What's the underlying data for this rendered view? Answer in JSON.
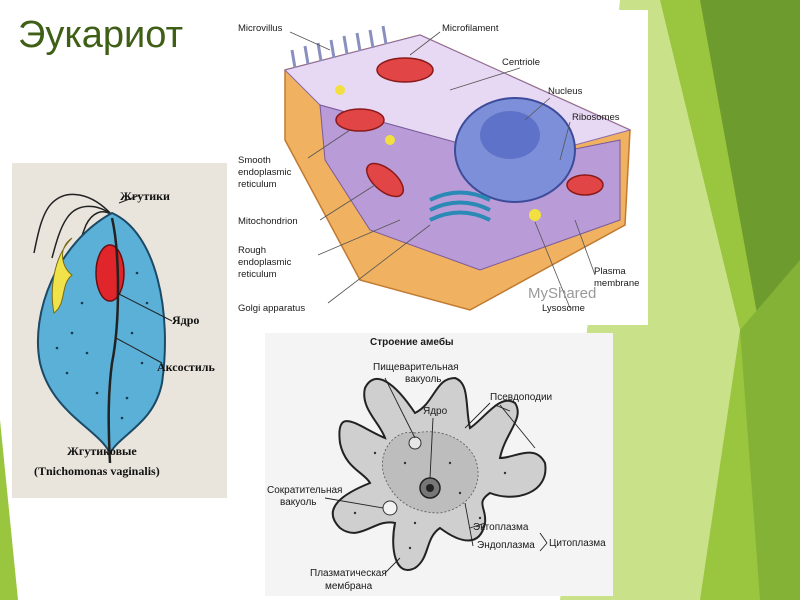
{
  "slide": {
    "title": "Эукариот",
    "colors": {
      "title": "#3f5f17",
      "green_dark": "#6e9b2e",
      "green_light": "#9ac53f",
      "green_pale": "#c9e28a"
    }
  },
  "trichomonas": {
    "labels": {
      "flagella": "Жгутики",
      "nucleus": "Ядро",
      "axostyle": "Аксостиль",
      "group": "Жгутиковые",
      "species": "(Tnichomonas vaginalis)"
    }
  },
  "animal_cell": {
    "labels": {
      "microvillus": "Microvillus",
      "microfilament": "Microfilament",
      "centriole": "Centriole",
      "nucleus": "Nucleus",
      "ribosomes": "Ribosomes",
      "smooth_er_1": "Smooth",
      "smooth_er_2": "endoplasmic",
      "smooth_er_3": "reticulum",
      "mitochondrion": "Mitochondrion",
      "rough_er_1": "Rough",
      "rough_er_2": "endoplasmic",
      "rough_er_3": "reticulum",
      "golgi": "Golgi apparatus",
      "plasma_1": "Plasma",
      "plasma_2": "membrane",
      "lysosome": "Lysosome"
    },
    "watermark": "MyShared"
  },
  "amoeba": {
    "labels": {
      "title": "Строение амебы",
      "digestive_1": "Пищеварительная",
      "digestive_2": "вакуоль",
      "nucleus": "Ядро",
      "pseudopodia": "Псевдоподии",
      "contractile_1": "Сократительная",
      "contractile_2": "вакуоль",
      "ectoplasm": "Эктоплазма",
      "endoplasm": "Эндоплазма",
      "cytoplasm": "Цитоплазма",
      "membrane_1": "Плазматическая",
      "membrane_2": "мембрана"
    }
  }
}
